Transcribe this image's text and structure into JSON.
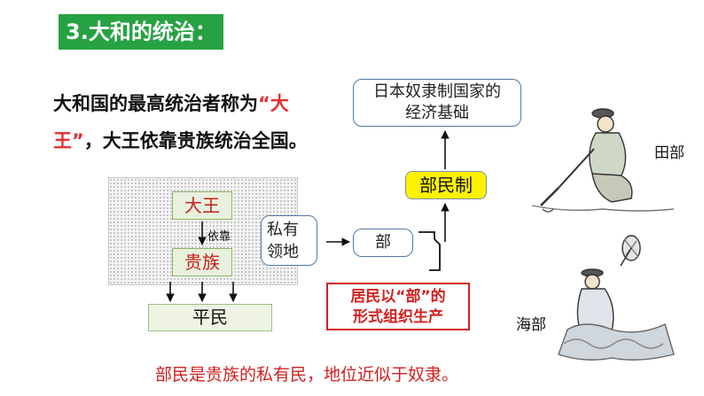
{
  "title": "3.大和的统治：",
  "intro": {
    "line1": "大和国的最高统治者称为",
    "quote1": "“大",
    "quote2": "王”",
    "line2": "，大王依靠贵族统治全国。"
  },
  "diagram": {
    "dawang": "大王",
    "yikao": "依靠",
    "guizu": "贵族",
    "pingmin": "平民",
    "siyou1": "私有",
    "siyou2": "领地",
    "bu": "部",
    "bumin": "部民制",
    "jichu1": "日本奴隶制国家的",
    "jichu2": "经济基础",
    "juming1": "居民以“部”的",
    "juming2": "形式组织生产"
  },
  "labels": {
    "tianbu": "田部",
    "haibu": "海部"
  },
  "bottom_text": "部民是贵族的私有民，地位近似于奴隶。"
}
